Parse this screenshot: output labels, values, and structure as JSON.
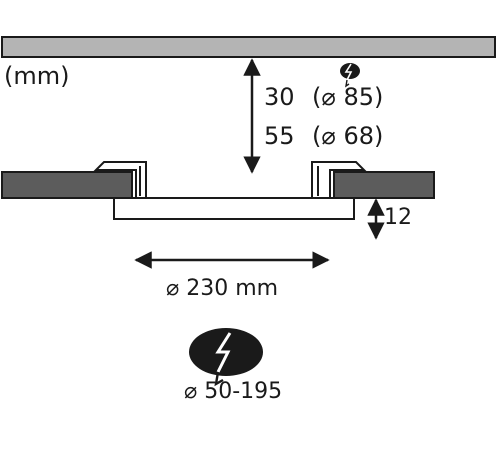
{
  "unit_label": "(mm)",
  "depth_specs": [
    {
      "depth": "30",
      "diameter": "(⌀ 85)"
    },
    {
      "depth": "55",
      "diameter": "(⌀ 68)"
    }
  ],
  "height_label": "12",
  "diameter_label": "⌀ 230 mm",
  "cutout_label": "⌀ 50-195",
  "icons": [
    "ceiling-slab",
    "ceiling-board-left",
    "ceiling-board-right",
    "panel-light",
    "mounting-spring-left",
    "mounting-spring-right",
    "drill-hole-icon"
  ],
  "colors": {
    "ceiling": "#b4b4b4",
    "board": "#5c5c5c",
    "ink": "#1a1a1a",
    "panel": "#ffffff"
  }
}
